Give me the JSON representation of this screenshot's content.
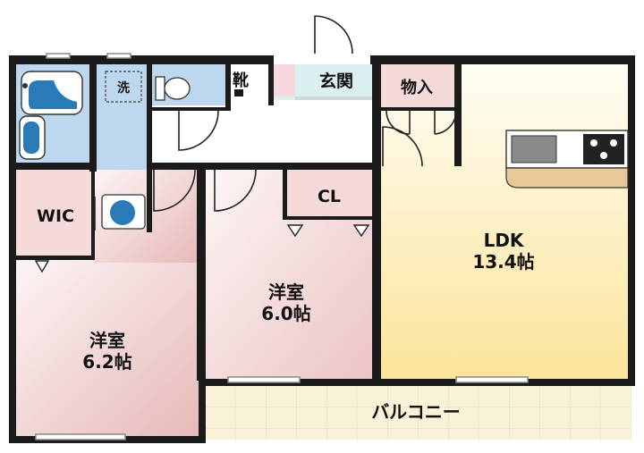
{
  "rooms": {
    "western_left": {
      "name": "洋室",
      "size": "6.2帖",
      "fill": "#e7b9b9"
    },
    "western_mid": {
      "name": "洋室",
      "size": "6.0帖",
      "fill": "#ecc4c4"
    },
    "ldk": {
      "name": "LDK",
      "size": "13.4帖",
      "fill": "#fbe49a"
    },
    "wic": {
      "name": "WIC",
      "fill": "#f6dada"
    },
    "closet": {
      "name": "CL",
      "fill": "#f6dada"
    },
    "storage": {
      "name": "物入",
      "fill": "#f6dada"
    },
    "entrance": {
      "name": "玄関",
      "fill": "#dceff0"
    },
    "shoe_box": {
      "name": "靴"
    },
    "washroom": {
      "name": "洗",
      "fill": "#bcd7ee"
    },
    "bathroom": {
      "fill": "#bcd7ee"
    },
    "toilet": {
      "fill": "#bcd7ee"
    },
    "balcony": {
      "name": "バルコニー",
      "fill": "#f8f2d8"
    }
  },
  "colors": {
    "wall": "#1b1b1b",
    "window_frame": "#888888",
    "corridor": "#ffffff"
  },
  "icons": [
    "bathtub-icon",
    "toilet-icon",
    "washbasin-icon",
    "kitchen-stove-icon",
    "kitchen-sink-icon",
    "door-swing-icon"
  ]
}
